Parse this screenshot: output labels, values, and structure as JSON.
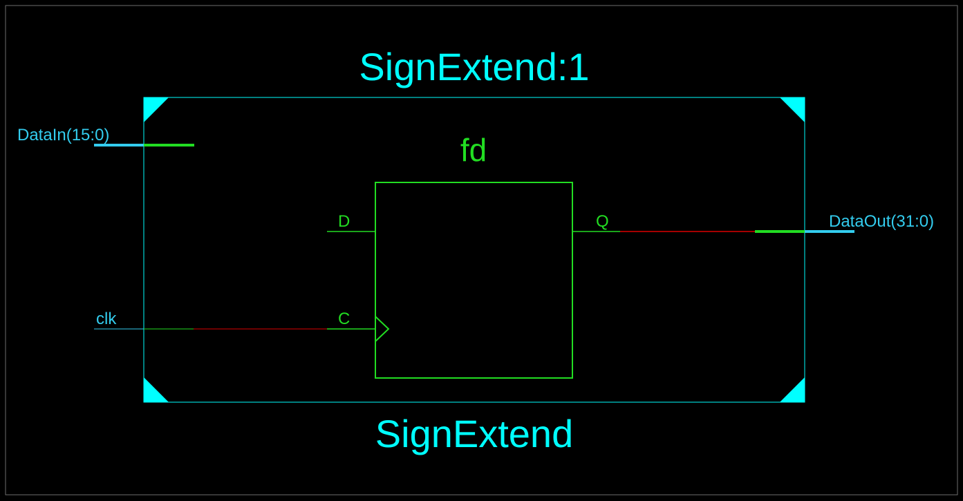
{
  "module": {
    "instance_title": "SignExtend:1",
    "type_name": "SignExtend"
  },
  "ports": {
    "data_in": "DataIn(15:0)",
    "clk": "clk",
    "data_out": "DataOut(31:0)"
  },
  "flipflop": {
    "name": "fd",
    "pin_d": "D",
    "pin_c": "C",
    "pin_q": "Q"
  },
  "colors": {
    "background": "#000000",
    "module_border": "#00ffff",
    "component": "#22dd22",
    "selected_net": "#dd0000",
    "port_wire": "#33ccee"
  }
}
